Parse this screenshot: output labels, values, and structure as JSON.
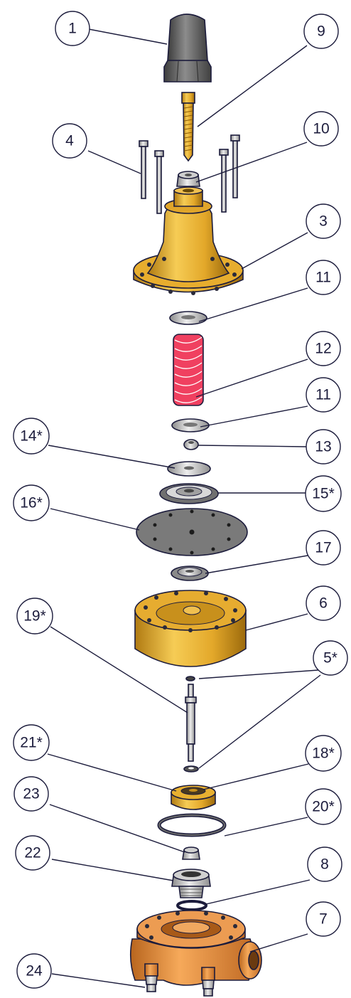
{
  "colors": {
    "brass": "#e8b030",
    "brass_dark": "#a87410",
    "bronze": "#e8944a",
    "bronze_dark": "#b06020",
    "steel": "#d4d4d4",
    "steel_dark": "#8a8a8a",
    "knob": "#6a6a6a",
    "spring": "#f04060",
    "diaphragm": "#7a7a7a",
    "outline": "#1c1c3c"
  },
  "callouts": [
    {
      "id": "c1",
      "label": "1"
    },
    {
      "id": "c9",
      "label": "9"
    },
    {
      "id": "c4",
      "label": "4"
    },
    {
      "id": "c10",
      "label": "10"
    },
    {
      "id": "c3",
      "label": "3"
    },
    {
      "id": "c11a",
      "label": "11"
    },
    {
      "id": "c12",
      "label": "12"
    },
    {
      "id": "c11b",
      "label": "11"
    },
    {
      "id": "c14",
      "label": "14*"
    },
    {
      "id": "c13",
      "label": "13"
    },
    {
      "id": "c15",
      "label": "15*"
    },
    {
      "id": "c16",
      "label": "16*"
    },
    {
      "id": "c17",
      "label": "17"
    },
    {
      "id": "c6",
      "label": "6"
    },
    {
      "id": "c19",
      "label": "19*"
    },
    {
      "id": "c5",
      "label": "5*"
    },
    {
      "id": "c21",
      "label": "21*"
    },
    {
      "id": "c18",
      "label": "18*"
    },
    {
      "id": "c23",
      "label": "23"
    },
    {
      "id": "c20",
      "label": "20*"
    },
    {
      "id": "c22",
      "label": "22"
    },
    {
      "id": "c8",
      "label": "8"
    },
    {
      "id": "c7",
      "label": "7"
    },
    {
      "id": "c24",
      "label": "24"
    }
  ]
}
